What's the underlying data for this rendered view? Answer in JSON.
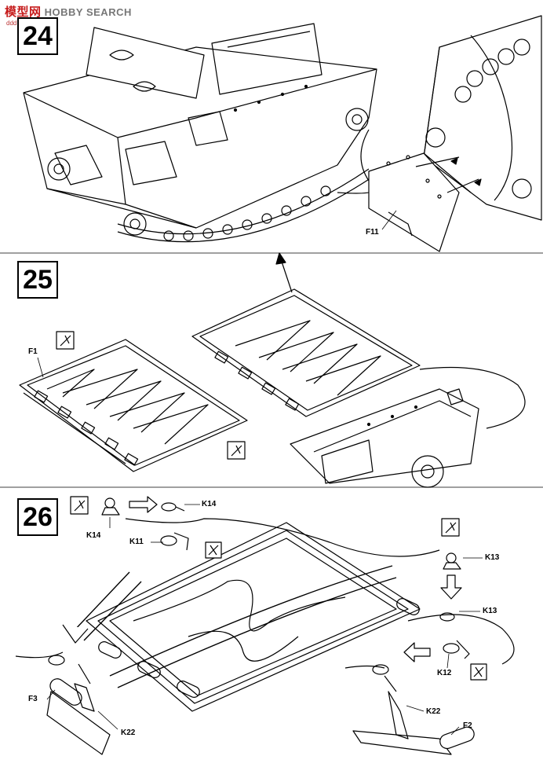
{
  "watermark": {
    "cn": "模型网",
    "en": "HOBBY SEARCH",
    "site": "ddd.ddd.com"
  },
  "steps": [
    {
      "number": "24",
      "labels": [
        "F11"
      ]
    },
    {
      "number": "25",
      "labels": [
        "F1"
      ]
    },
    {
      "number": "26",
      "labels": [
        "K14",
        "K14",
        "K11",
        "K13",
        "K13",
        "K12",
        "F3",
        "K22",
        "K22",
        "F2"
      ]
    }
  ]
}
